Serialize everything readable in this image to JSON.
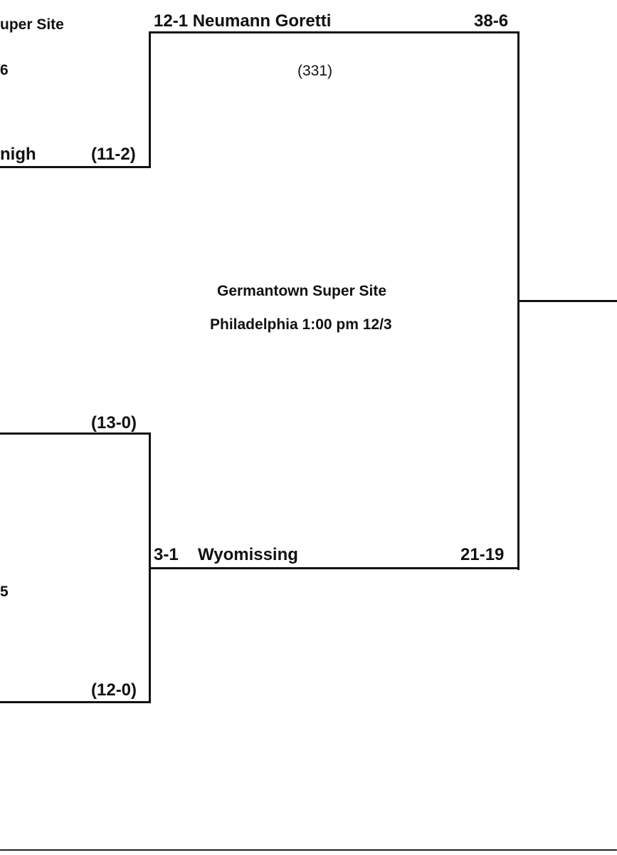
{
  "left_partial": {
    "top_site_label": "uper Site",
    "top_score_fragment": "6",
    "team_fragment": "nigh",
    "team_record": "(11-2)",
    "lower_team_record": "(13-0)",
    "lower_score_fragment": "5",
    "lower_team2_record": "(12-0)"
  },
  "matchup": {
    "top_team_line": "12-1 Neumann Goretti",
    "top_score": "38-6",
    "game_number": "(331)",
    "site_name": "Germantown Super Site",
    "site_details": "Philadelphia 1:00 pm 12/3",
    "bottom_seed": "3-1",
    "bottom_team": "Wyomissing",
    "bottom_score": "21-19"
  }
}
